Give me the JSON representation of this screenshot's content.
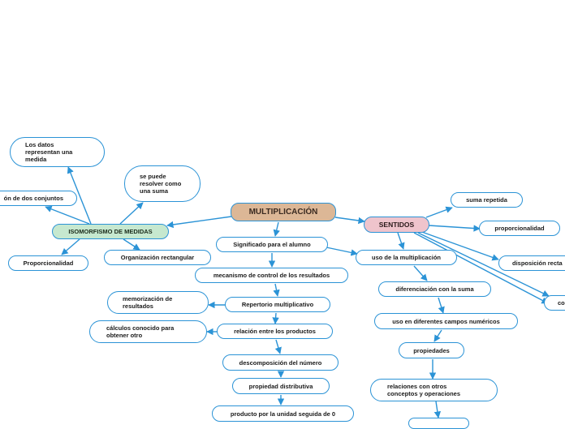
{
  "map": {
    "root": "MULTIPLICACIÓN",
    "isomorfismo": "ISOMORFISMO DE MEDIDAS",
    "sentidos": "SENTIDOS",
    "datos": "Los datos representan una medida",
    "suma": "se puede resolver como una suma",
    "conjuntos": "ón de dos conjuntos",
    "proporcionalidad_left": "Proporcionalidad",
    "organizacion": "Organización rectangular",
    "significado": "Significado para el alumno",
    "mecanismo": "mecanismo de control de los resultados",
    "repertorio": "Repertorio multiplicativo",
    "memorizacion": "memorización de resultados",
    "relacion": "relación entre los productos",
    "calculos": "cálculos conocido para obtener otro",
    "descomposicion": "descomposición del número",
    "propiedad": "propiedad distributiva",
    "producto": "producto por la unidad seguida de 0",
    "uso": "uso de la multiplicación",
    "diferenciacion": "diferenciación con la suma",
    "campos": "uso en diferentes campos numéricos",
    "propiedades": "propiedades",
    "relaciones": "relaciones con otros conceptos y operaciones",
    "suma_repetida": "suma repetida",
    "proporcionalidad_right": "proporcionalidad",
    "disposicion": "disposición recta",
    "co": "co"
  },
  "colors": {
    "line": "#2b93d6",
    "root_fill": "#dcb796",
    "sentidos_fill": "#efc4cc",
    "isomorfismo_fill": "#c6e8cf"
  }
}
